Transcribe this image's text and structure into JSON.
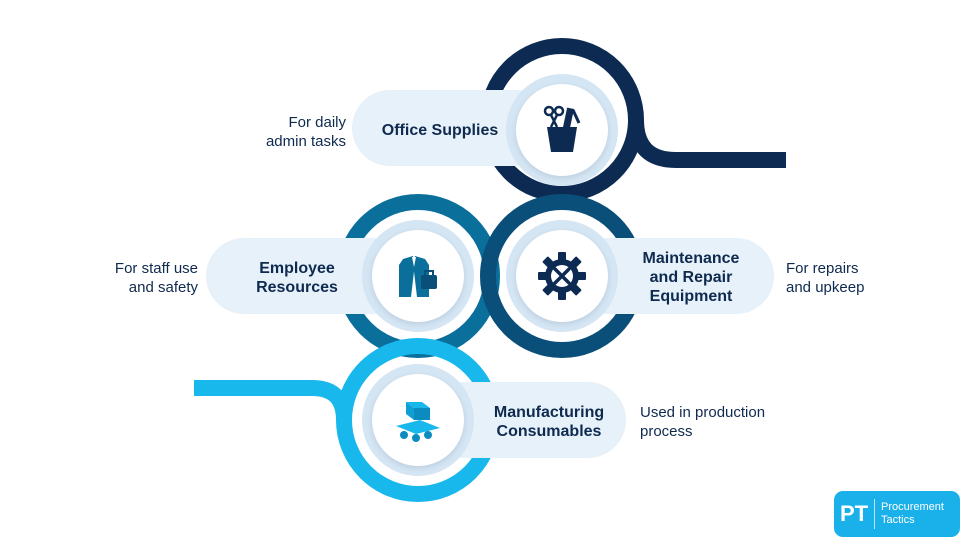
{
  "colors": {
    "navy": "#0d2b52",
    "mid_blue": "#0b6f9c",
    "deep_blue": "#0a4e7a",
    "cyan": "#18b7ec",
    "pill_bg": "#e6f1fa",
    "text": "#0f2a4f"
  },
  "items": [
    {
      "title": "Office Supplies",
      "description": "For daily admin tasks",
      "icon": "pencil-cup-icon"
    },
    {
      "title": "Employee Resources",
      "description": "For staff use and safety",
      "icon": "uniform-shirt-icon"
    },
    {
      "title": "Maintenance and Repair Equipment",
      "description": "For repairs and upkeep",
      "icon": "gear-tools-icon"
    },
    {
      "title": "Manufacturing Consumables",
      "description": "Used in production process",
      "icon": "conveyor-belt-icon"
    }
  ],
  "logo": {
    "mark": "PT",
    "line1": "Procurement",
    "line2": "Tactics"
  }
}
